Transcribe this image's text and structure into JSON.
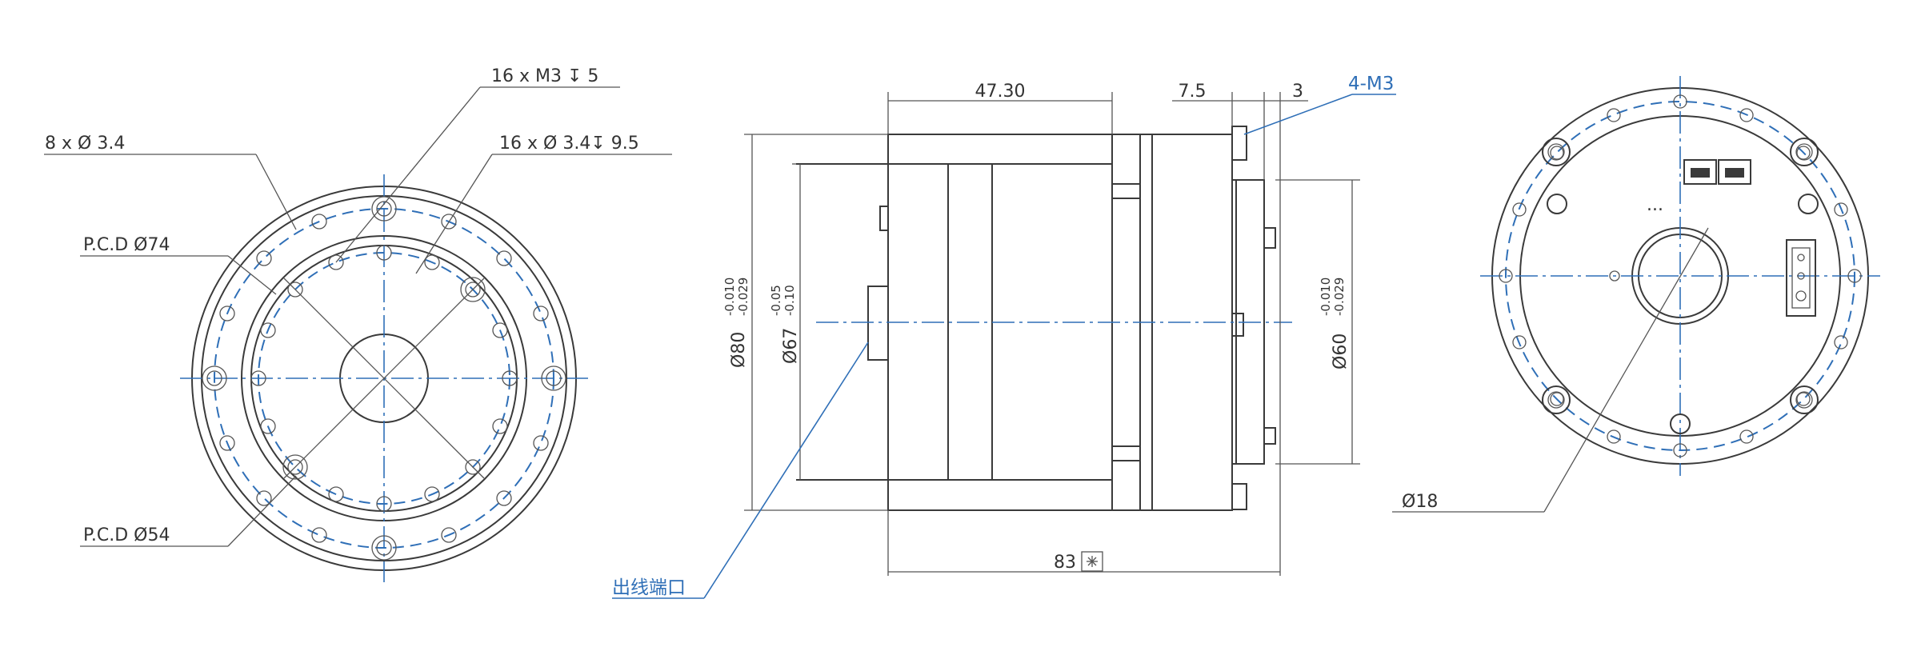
{
  "colors": {
    "line": "#3a3a3a",
    "centerline": "#2f6fb7",
    "leader_blue": "#2f6fb7",
    "text": "#333333"
  },
  "front_view": {
    "callout_holes_m3": "16 x  M3 ",
    "callout_holes_m3_depth": "5",
    "callout_holes_34": "8 x ",
    "callout_holes_34_val": "3.4",
    "callout_holes_34_depth_prefix": "16 x ",
    "callout_holes_34_depth_val": "3.4",
    "callout_holes_34_depth": "9.5",
    "pcd_74_prefix": "P.C.D ",
    "pcd_74": "74",
    "pcd_54_prefix": "P.C.D ",
    "pcd_54": "54"
  },
  "side_view": {
    "dim_47": "47.30",
    "dim_75": "7.5",
    "dim_3": "3",
    "thread_label": "4-M3",
    "dia_80": "80",
    "dia_80_tol_upper": "-0.010",
    "dia_80_tol_lower": "-0.029",
    "dia_67": "67",
    "dia_67_tol_upper": "-0.05",
    "dia_67_tol_lower": "-0.10",
    "dia_60": "60",
    "dia_60_tol_upper": "-0.010",
    "dia_60_tol_lower": "-0.029",
    "length_83": "83",
    "outlet_label": "出线端口"
  },
  "rear_view": {
    "dia_18": "18",
    "ellipsis": "..."
  },
  "symbols": {
    "diameter": "Ø",
    "depth": "↧"
  }
}
